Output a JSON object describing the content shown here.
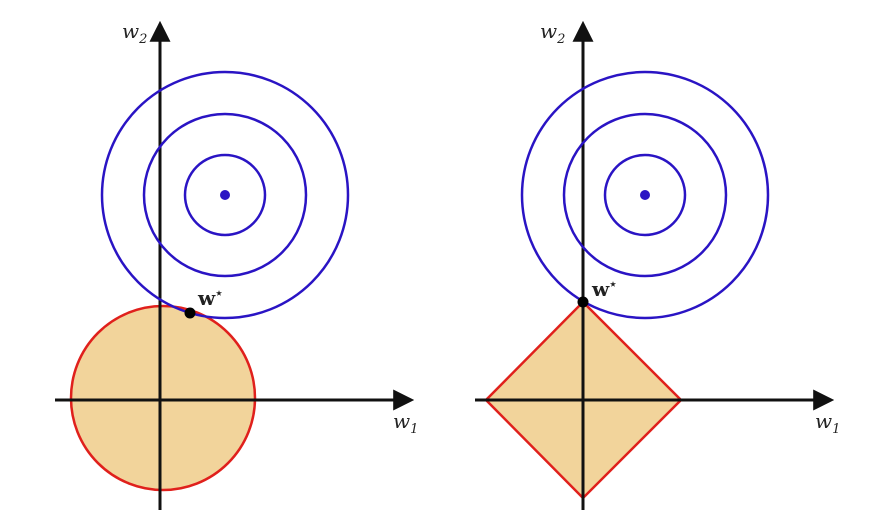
{
  "colors": {
    "contour": "#2a14c4",
    "constraint_stroke": "#e0201c",
    "constraint_fill": "#f2d49b",
    "axis": "#111111",
    "point": "#000000"
  },
  "panels": [
    {
      "name": "l2",
      "constraint_shape": "circle",
      "x_label": {
        "var": "w",
        "sub": "1"
      },
      "y_label": {
        "var": "w",
        "sub": "2"
      },
      "solution_label": {
        "var": "w",
        "sup": "⋆"
      }
    },
    {
      "name": "l1",
      "constraint_shape": "diamond",
      "x_label": {
        "var": "w",
        "sub": "1"
      },
      "y_label": {
        "var": "w",
        "sub": "2"
      },
      "solution_label": {
        "var": "w",
        "sup": "⋆"
      }
    }
  ]
}
